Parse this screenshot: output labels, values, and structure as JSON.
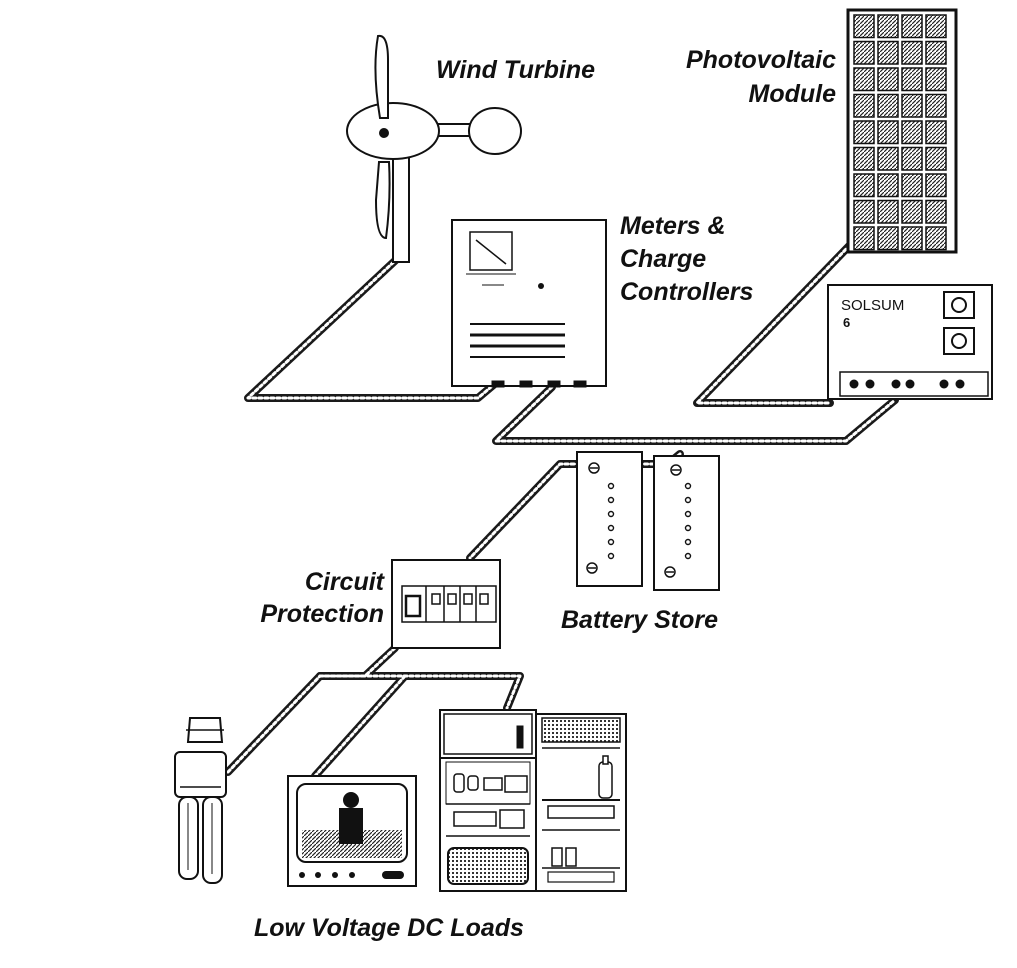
{
  "labels": {
    "wind_turbine": "Wind Turbine",
    "pv_line1": "Photovoltaic",
    "pv_line2": "Module",
    "meters_line1": "Meters &",
    "meters_line2": "Charge",
    "meters_line3": "Controllers",
    "circuit_line1": "Circuit",
    "circuit_line2": "Protection",
    "battery_store": "Battery Store",
    "loads": "Low Voltage DC Loads"
  },
  "controller_brand": "SOLSUM",
  "controller_model": "6",
  "colors": {
    "ink": "#111111",
    "cable": "#1a1a1a",
    "background": "#ffffff"
  }
}
